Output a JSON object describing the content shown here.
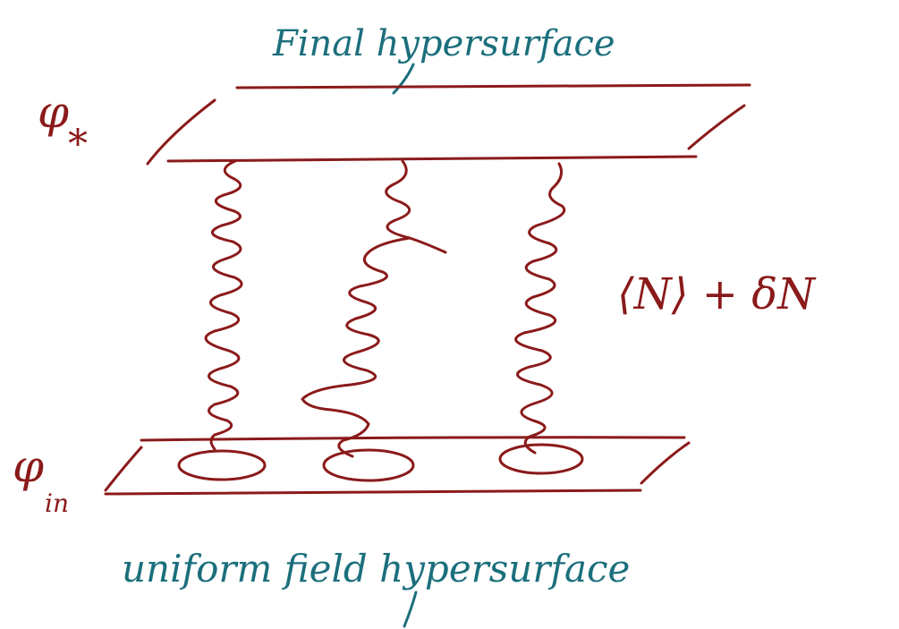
{
  "labels": {
    "top_title": "Final hypersurface",
    "bottom_title": "uniform field hypersurface",
    "phi_star": "φ",
    "phi_star_sub": "*",
    "phi_in": "φ",
    "phi_in_sub": "in",
    "expectation": "⟨N⟩ + δN"
  },
  "colors": {
    "red_ink": "#8b1a1a",
    "teal_ink": "#1b6f7c"
  }
}
